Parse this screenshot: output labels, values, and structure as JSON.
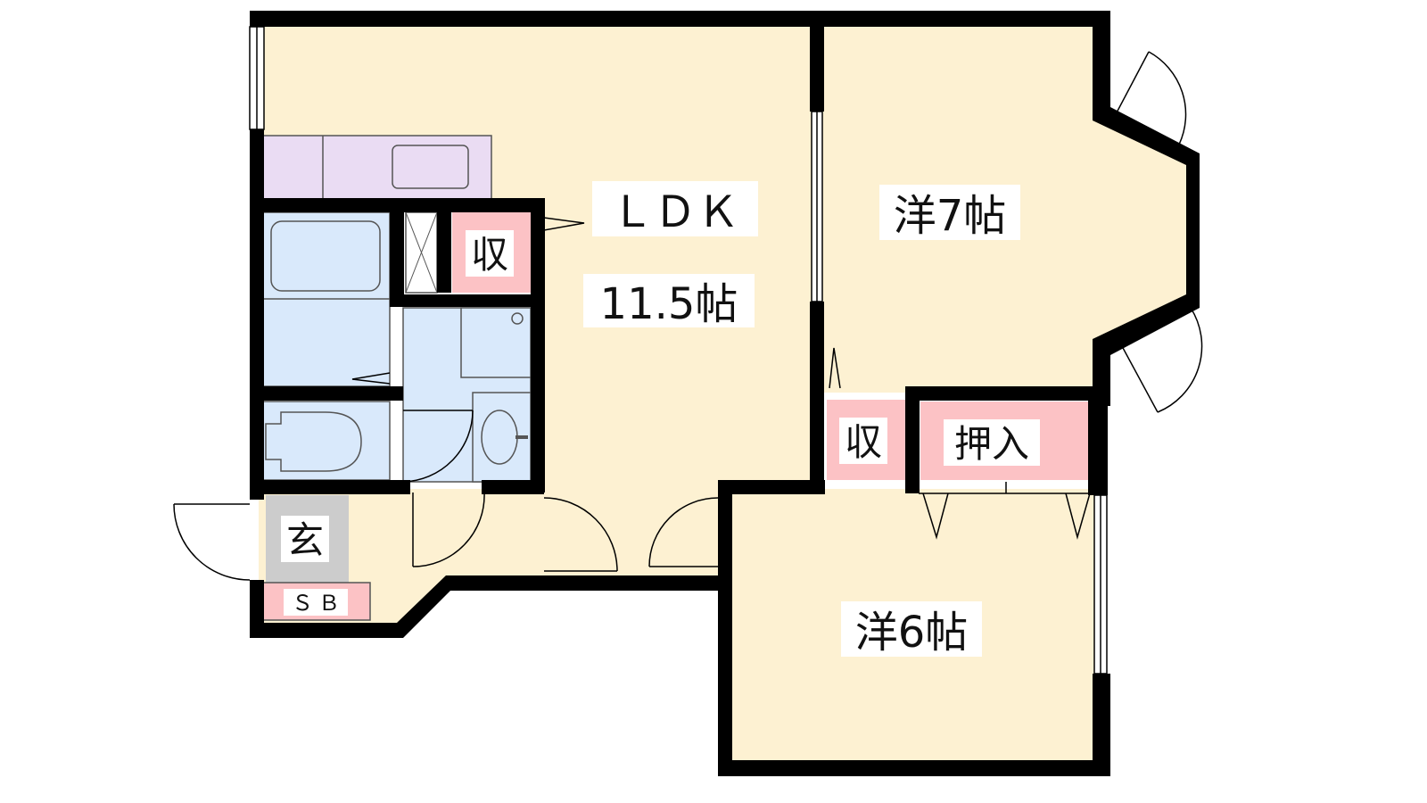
{
  "floor_plan": {
    "rooms": {
      "ldk": {
        "name": "ＬＤＫ",
        "size": "11.5帖"
      },
      "western_7": {
        "name": "洋7帖"
      },
      "western_6": {
        "name": "洋6帖"
      },
      "storage_ldk": {
        "name": "収"
      },
      "storage_bed": {
        "name": "収"
      },
      "closet": {
        "name": "押入"
      },
      "entrance": {
        "name": "玄"
      },
      "shoe_box": {
        "name": "ＳＢ"
      }
    },
    "colors": {
      "wall": "#000000",
      "floor": "#fdf1d2",
      "kitchen": "#eadcf3",
      "wet_area": "#d9e9fb",
      "storage": "#fcc2c5",
      "entrance": "#cccccc",
      "door_line": "#000000"
    }
  }
}
